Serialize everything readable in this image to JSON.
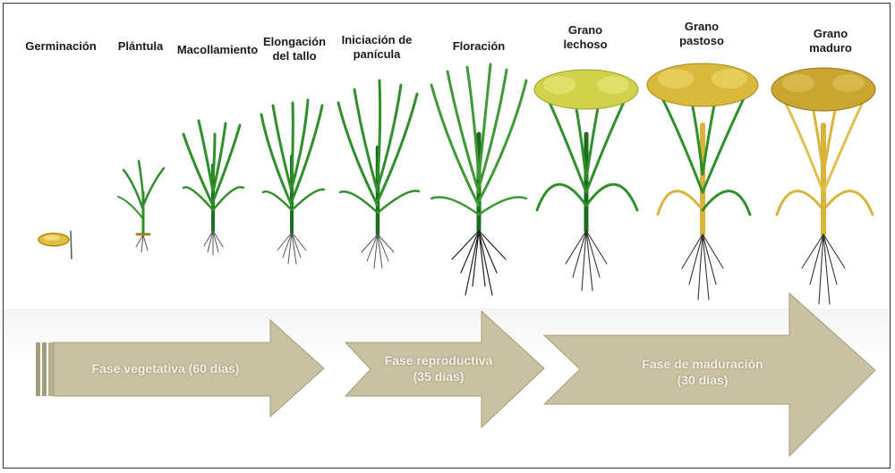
{
  "stages": [
    {
      "name": "Germinación"
    },
    {
      "name": "Plántula"
    },
    {
      "name": "Macollamiento"
    },
    {
      "name": "Elongación\ndel tallo"
    },
    {
      "name": "Iniciación de\npanícula"
    },
    {
      "name": "Floración"
    },
    {
      "name": "Grano\nlechoso"
    },
    {
      "name": "Grano\npastoso"
    },
    {
      "name": "Grano\nmaduro"
    }
  ],
  "phases": [
    {
      "label": "Fase vegetativa (60 días)"
    },
    {
      "label": "Fase reproductiva\n(35 días)"
    },
    {
      "label": "Fase de maduración\n(30 días)"
    }
  ],
  "colors": {
    "arrow_fill": "#c9c1a1",
    "arrow_edge": "#a59c7a",
    "leaf_green": "#2f8f2a",
    "leaf_dark": "#1f6b1e",
    "grain_yellow": "#d6c94a",
    "straw": "#d9b43a",
    "root": "#444444"
  }
}
